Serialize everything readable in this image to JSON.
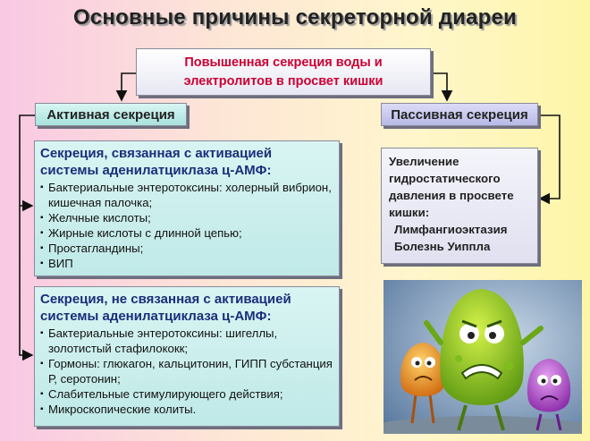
{
  "title": "Основные причины секреторной диареи",
  "top_box": {
    "line1": "Повышенная секреция воды и",
    "line2": "электролитов в просвет кишки"
  },
  "active_label": "Активная секреция",
  "passive_label": "Пассивная секреция",
  "panel1": {
    "head_line1": "Секреция, связанная с активацией",
    "head_line2": "системы аденилатциклаза ц-АМФ",
    "head_colon": ":",
    "bullet": "▪",
    "items": [
      "Бактериальные энтеротоксины: холерный вибрион, кишечная палочка;",
      "Желчные кислоты;",
      "Жирные кислоты с длинной цепью;",
      "Простагландины;",
      "ВИП"
    ]
  },
  "panel2": {
    "head_line1": "Секреция,  не связанная с активацией",
    "head_line2": "системы аденилатциклаза ц-АМФ",
    "head_colon": ":",
    "bullet": "▪",
    "items": [
      "Бактериальные энтеротоксины: шигеллы, золотистый стафилококк;",
      "Гормоны: глюкагон, кальцитонин, ГИПП субстанция Р, серотонин;",
      "Слабительные стимулирующего действия;",
      "Микроскопические колиты."
    ]
  },
  "passive_panel": {
    "lines": [
      "Увеличение",
      "гидростатического",
      "давления в просвете",
      "кишки:"
    ],
    "indented": [
      "Лимфангиоэктазия",
      "Болезнь Уиппла"
    ]
  },
  "colors": {
    "accent_red": "#cc0033",
    "heading_blue": "#1a2e7a",
    "active_fill": "#bfe9e7",
    "passive_fill": "#b9b9e8"
  }
}
